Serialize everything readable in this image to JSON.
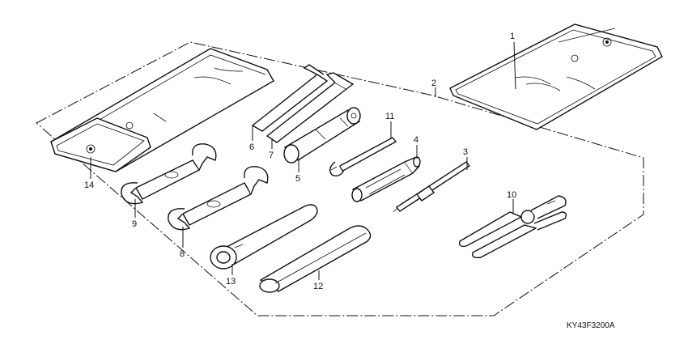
{
  "diagram": {
    "drawing_code": "KY43F3200A",
    "callouts": {
      "c1": "1",
      "c2": "2",
      "c3": "3",
      "c4": "4",
      "c5": "5",
      "c6": "6",
      "c7": "7",
      "c8": "8",
      "c9": "9",
      "c10": "10",
      "c11": "11",
      "c12": "12",
      "c13": "13",
      "c14": "14"
    },
    "parts": [
      {
        "id": "c1",
        "icon": "tool-bag-flat-icon"
      },
      {
        "id": "c2",
        "icon": "tool-kit-boundary-icon"
      },
      {
        "id": "c3",
        "icon": "screwdriver-bit-icon"
      },
      {
        "id": "c4",
        "icon": "screwdriver-handle-icon"
      },
      {
        "id": "c5",
        "icon": "spark-plug-socket-icon"
      },
      {
        "id": "c6",
        "icon": "hex-key-icon"
      },
      {
        "id": "c7",
        "icon": "hex-key-icon"
      },
      {
        "id": "c8",
        "icon": "open-end-wrench-icon"
      },
      {
        "id": "c9",
        "icon": "open-end-wrench-icon"
      },
      {
        "id": "c10",
        "icon": "pliers-icon"
      },
      {
        "id": "c11",
        "icon": "pin-spanner-icon"
      },
      {
        "id": "c12",
        "icon": "extension-bar-icon"
      },
      {
        "id": "c13",
        "icon": "ring-wrench-icon"
      },
      {
        "id": "c14",
        "icon": "tool-bag-folded-icon"
      }
    ]
  }
}
